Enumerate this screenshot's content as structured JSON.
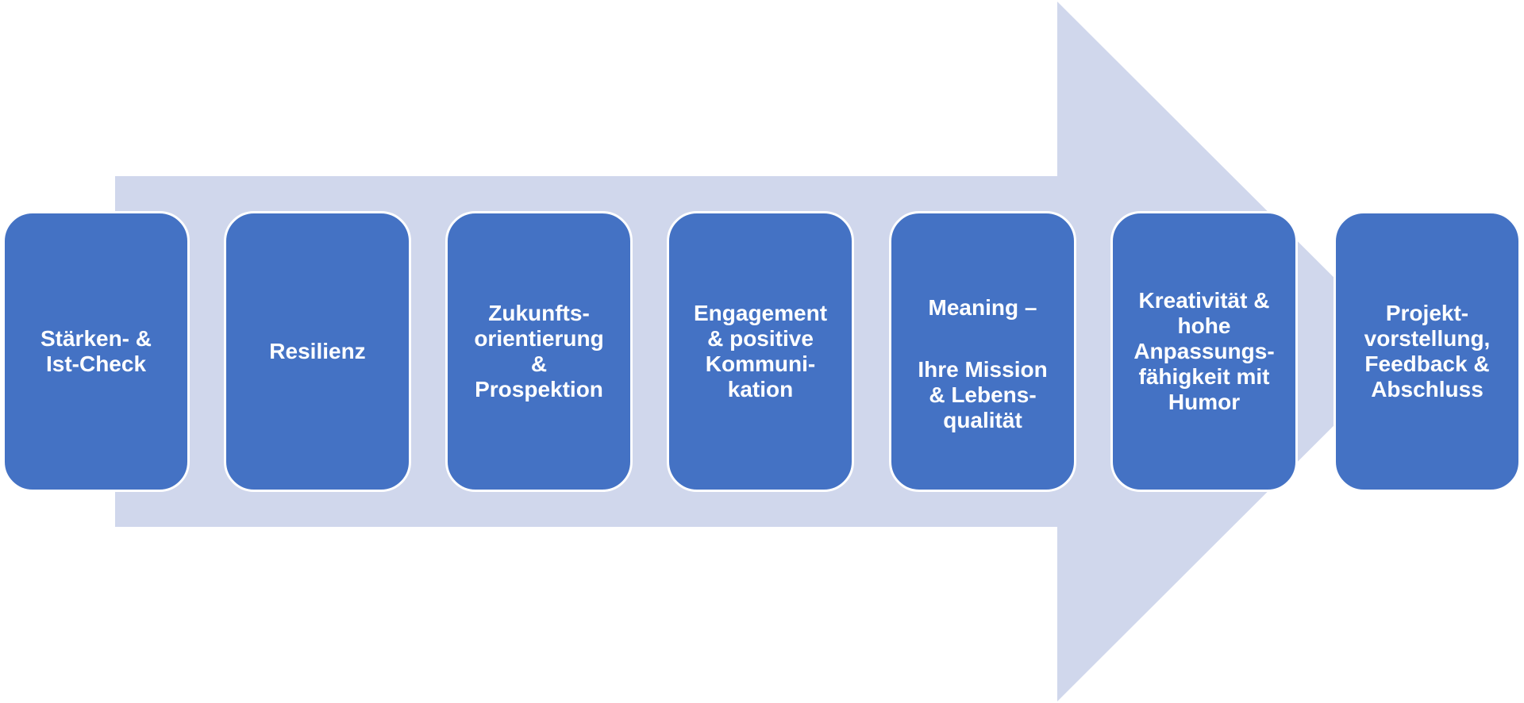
{
  "colors": {
    "arrow": "#d0d7ec",
    "box": "#4472c4",
    "box_border": "#ffffff",
    "text": "#ffffff"
  },
  "steps": [
    {
      "label": "Stärken- &\nIst-Check"
    },
    {
      "label": "Resilienz"
    },
    {
      "label": "Zukunfts-\norientierung\n&\nProspektion"
    },
    {
      "label": "Engagement\n& positive\nKommuni-\nkation"
    },
    {
      "label_top": "Meaning –",
      "label_bottom": "Ihre Mission\n& Lebens-\nqualität"
    },
    {
      "label": "Kreativität &\nhohe\nAnpassungs-\nfähigkeit mit\nHumor"
    },
    {
      "label": "Projekt-\nvorstellung,\nFeedback &\nAbschluss"
    }
  ]
}
